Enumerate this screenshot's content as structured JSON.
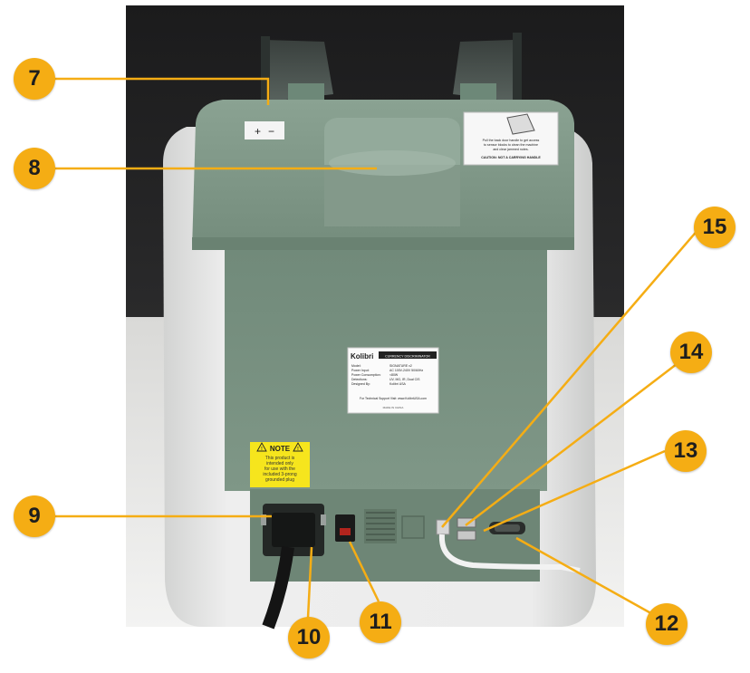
{
  "product_label": {
    "brand": "Kolibri",
    "header": "CURRENCY DISCRIMINATOR",
    "rows": [
      {
        "key": "Model:",
        "value": "SIGNATURE v2"
      },
      {
        "key": "Power Input:",
        "value": "AC 100V-240V 50/60Hz"
      },
      {
        "key": "Power Consumption:",
        "value": "<80W"
      },
      {
        "key": "Detections:",
        "value": "UV, MG, IR, Dual CIS"
      },
      {
        "key": "Designed By:",
        "value": "Kolibri USA"
      }
    ],
    "support": "For Technical Support Visit: www.KolibriUSA.com",
    "origin": "MADE IN CHINA"
  },
  "note_sticker": {
    "title": "NOTE",
    "lines": [
      "This product is",
      "intended only",
      "for use with the",
      "included 3-prong",
      "grounded plug"
    ]
  },
  "warning_sticker": {
    "lines": [
      "Pull the back door handle to get access",
      "to sensor blocks to clean the machine",
      "and clear jammed notes."
    ],
    "caution": "CAUTION: NOT A CARRYING HANDLE"
  },
  "tension_label": {
    "plus": "+",
    "minus": "−"
  },
  "callouts": [
    {
      "id": "7",
      "label": "7"
    },
    {
      "id": "8",
      "label": "8"
    },
    {
      "id": "9",
      "label": "9"
    },
    {
      "id": "10",
      "label": "10"
    },
    {
      "id": "11",
      "label": "11"
    },
    {
      "id": "12",
      "label": "12"
    },
    {
      "id": "13",
      "label": "13"
    },
    {
      "id": "14",
      "label": "14"
    },
    {
      "id": "15",
      "label": "15"
    }
  ],
  "colors": {
    "callout_fill": "#f5ad14",
    "leader_line": "#f5ad14",
    "machine_green": "#7c9584",
    "machine_body_white": "#e4e4e4",
    "backdrop": "#1d1d1f"
  }
}
